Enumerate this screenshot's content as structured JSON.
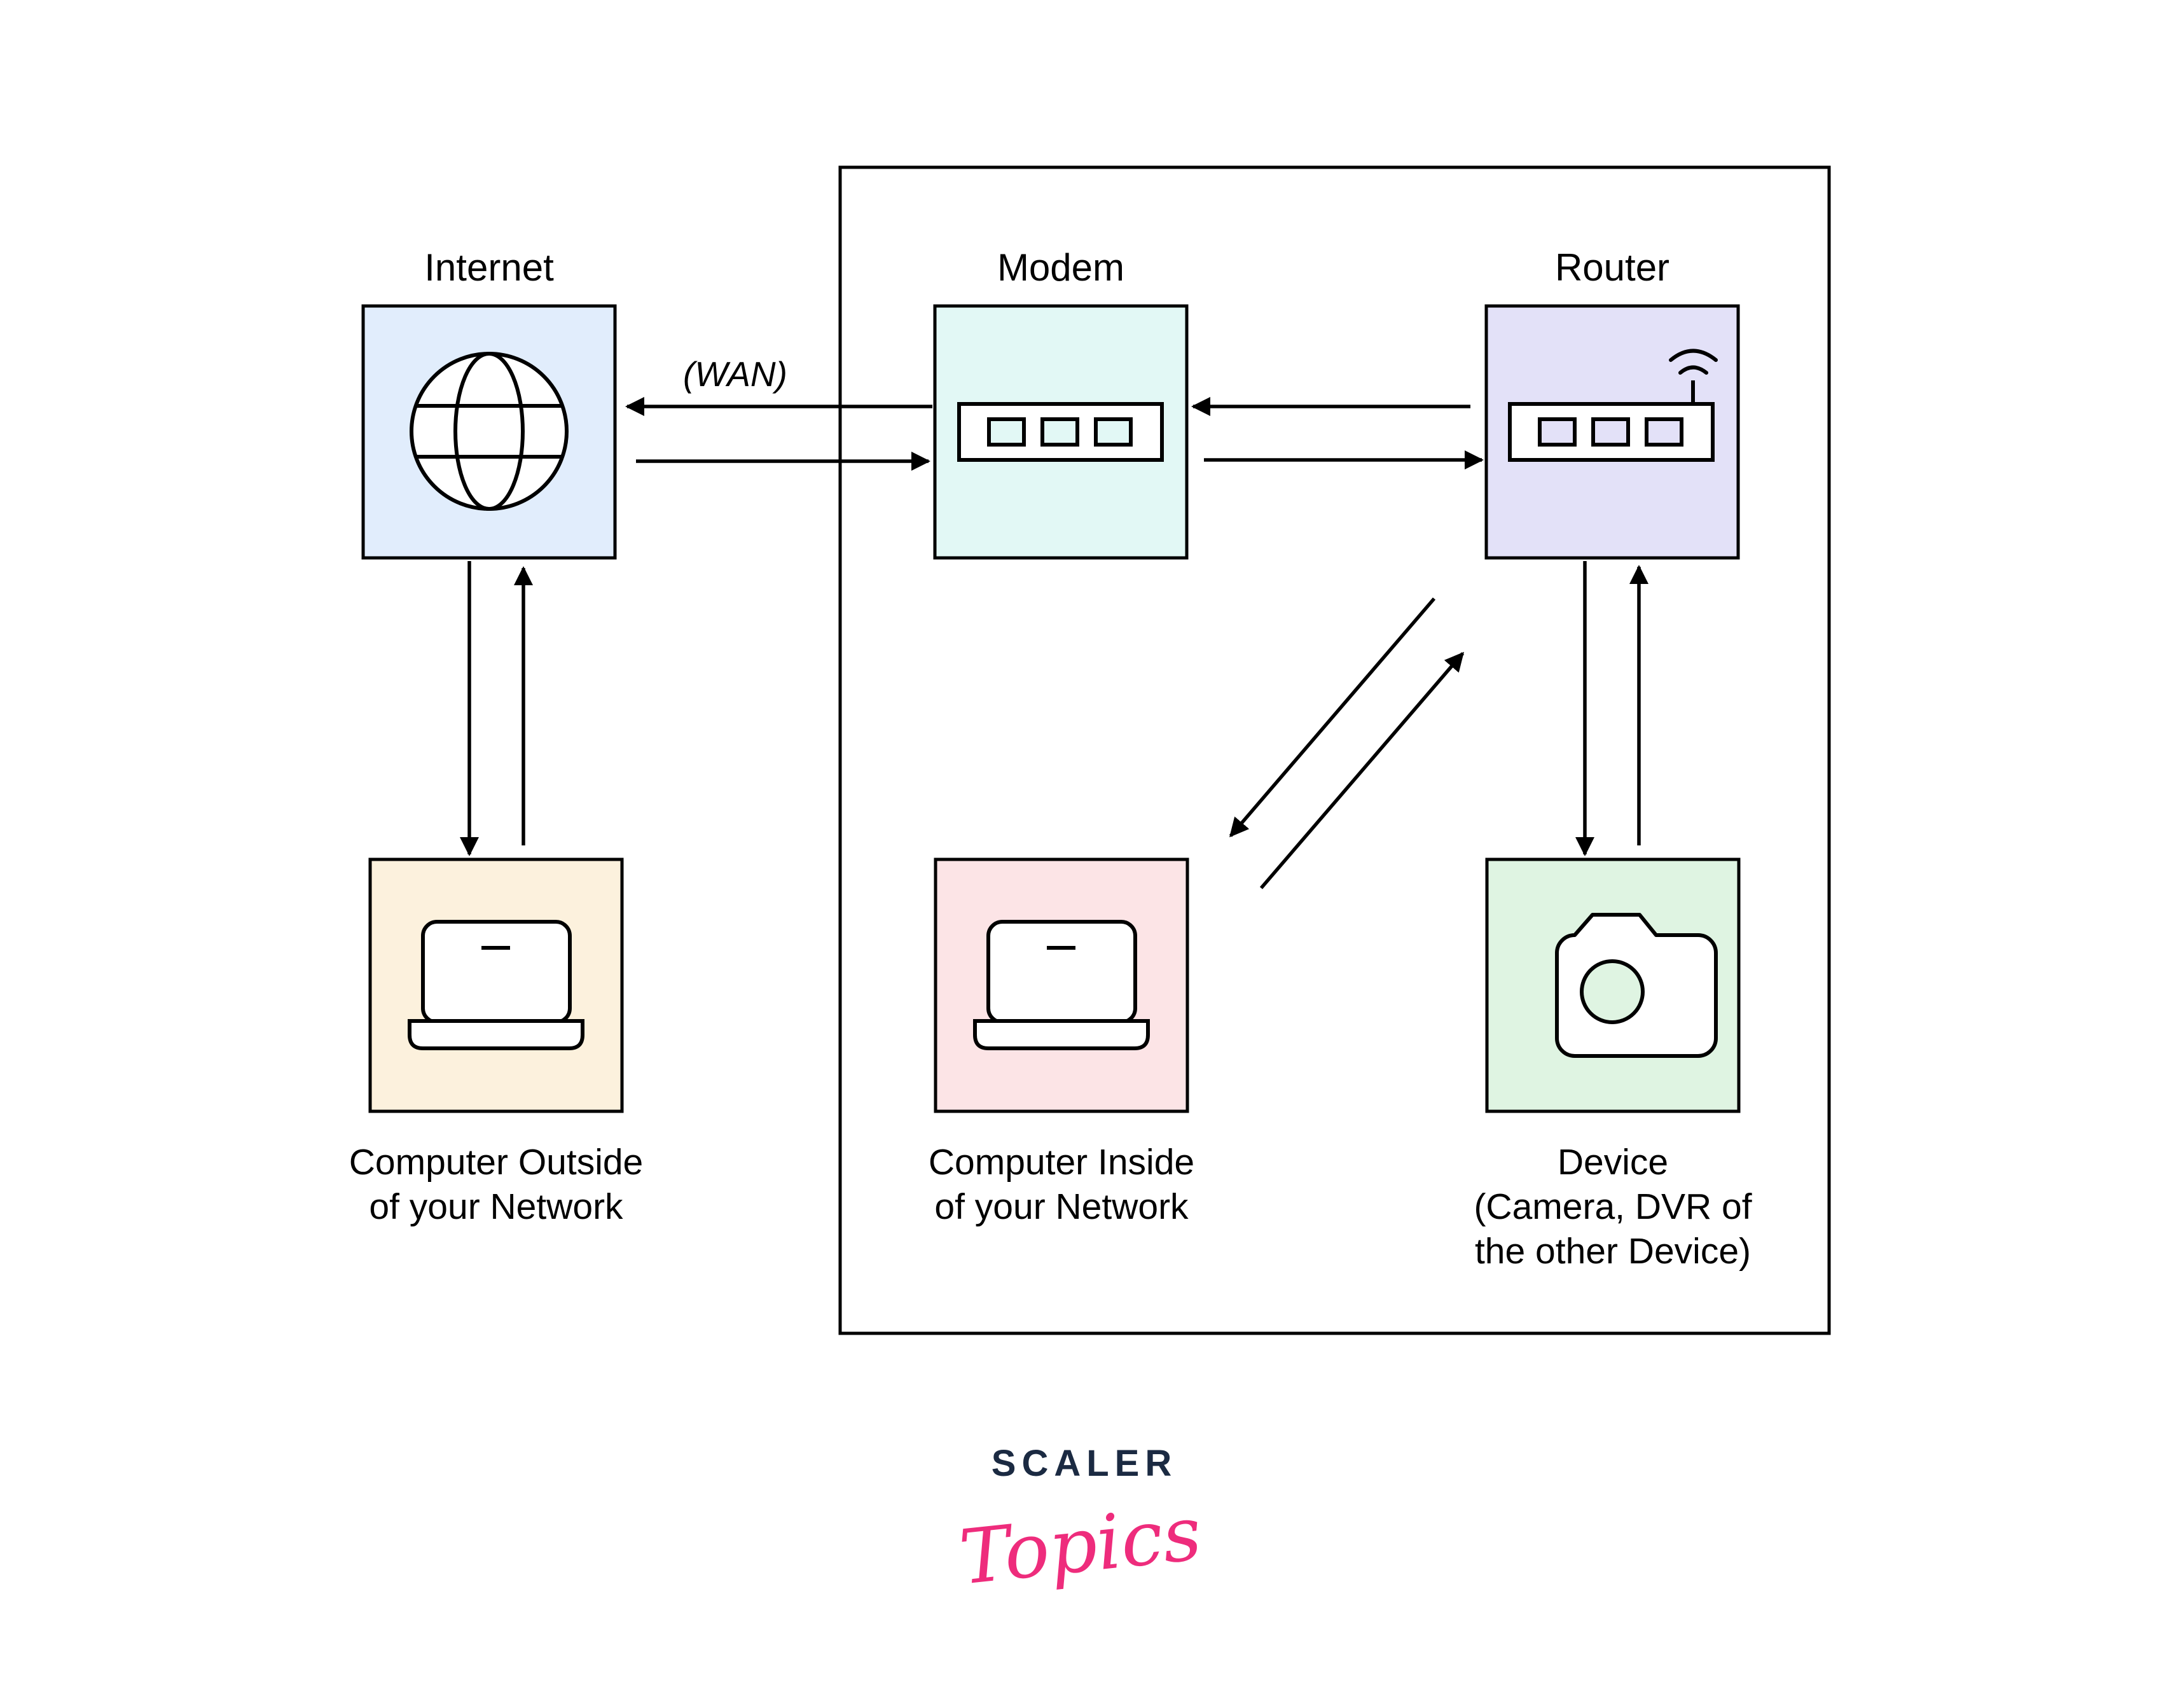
{
  "page": {
    "background": "#ffffff"
  },
  "diagram": {
    "outline_color": "#000000",
    "text_color": "#000000",
    "wan_label": "(WAN)",
    "nodes": {
      "internet": {
        "label": "Internet",
        "fill": "#e1edfc"
      },
      "modem": {
        "label": "Modem",
        "fill": "#e2f8f5"
      },
      "router": {
        "label": "Router",
        "fill": "#e3e1f8"
      },
      "computer_outside": {
        "lines": [
          "Computer Outside",
          "of your Network"
        ],
        "fill": "#fcf1dd"
      },
      "computer_inside": {
        "lines": [
          "Computer Inside",
          "of your Network"
        ],
        "fill": "#fce4e6"
      },
      "device": {
        "lines": [
          "Device",
          "(Camera, DVR of",
          "the other Device)"
        ],
        "fill": "#dff4e2"
      }
    }
  },
  "logo": {
    "scaler": "SCALER",
    "topics": "Topics",
    "scaler_color": "#1b2a42",
    "topics_color": "#ee2c7c"
  }
}
